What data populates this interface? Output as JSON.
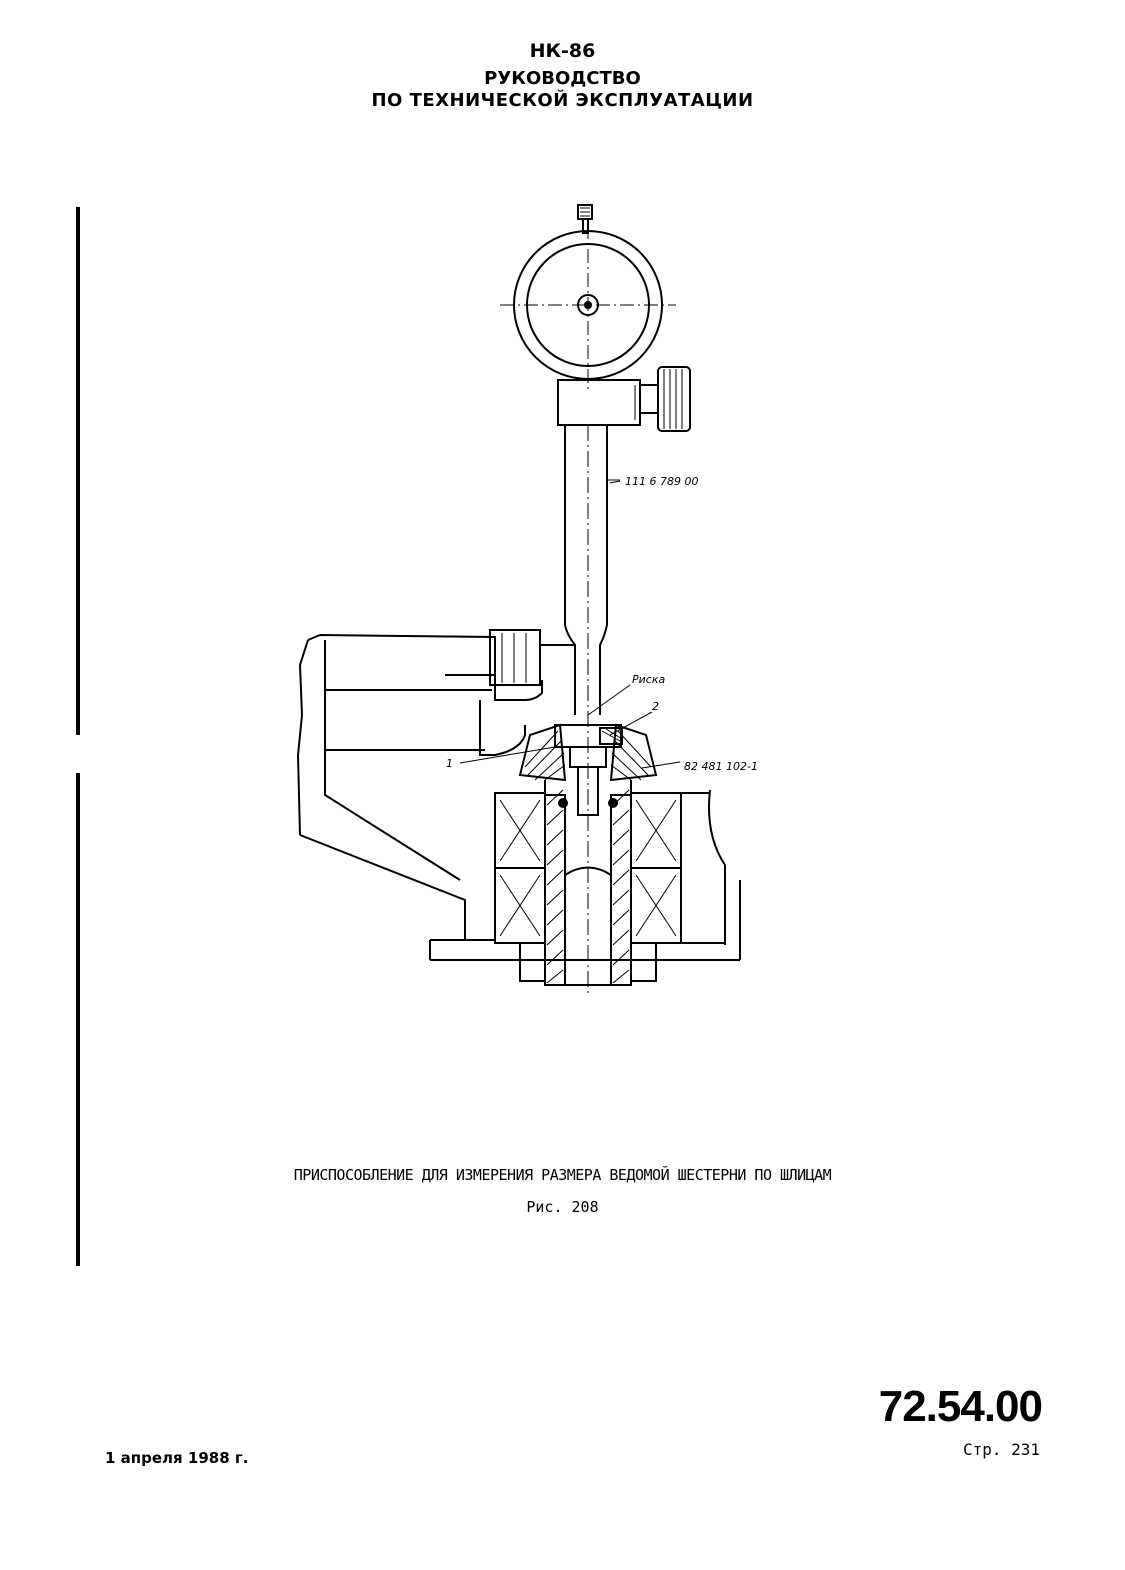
{
  "header": {
    "line1": "НК-86",
    "line2": "РУКОВОДСТВО",
    "line3": "ПО ТЕХНИЧЕСКОЙ ЭКСПЛУАТАЦИИ"
  },
  "figure": {
    "labels": {
      "part_number_tool": "111 6 789 00",
      "mark": "Риска",
      "callout_1": "1",
      "callout_2": "2",
      "part_number_gear": "82 481 102-1"
    },
    "caption": "ПРИСПОСОБЛЕНИЕ ДЛЯ ИЗМЕРЕНИЯ РАЗМЕРА ВЕДОМОЙ ШЕСТЕРНИ ПО ШЛИЦАМ",
    "figure_number": "Рис. 208"
  },
  "footer": {
    "date": "1 апреля 1988 г.",
    "section": "72.54.00",
    "page": "Стр. 231"
  }
}
